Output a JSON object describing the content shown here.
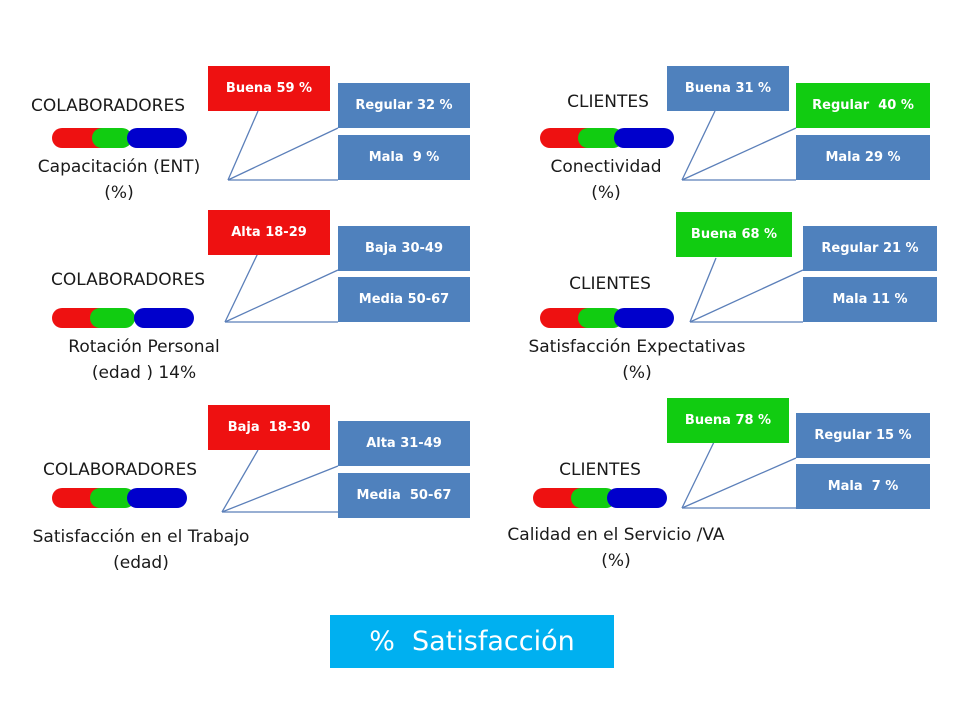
{
  "colors": {
    "red": "#ee1111",
    "green": "#11cc11",
    "blue": "#0000cc",
    "steel": "#4f81bd",
    "footer": "#00b0f0",
    "callout_line": "#5b7fb9"
  },
  "left": {
    "panels": [
      {
        "heading": "COLABORADORES",
        "desc_line1": "Capacitación  (ENT)",
        "desc_line2": "(%)",
        "boxes": [
          {
            "label": "Buena 59 %",
            "color": "red"
          },
          {
            "label": "Regular 32 %",
            "color": "steel"
          },
          {
            "label": "Mala  9 %",
            "color": "steel"
          }
        ]
      },
      {
        "heading": "COLABORADORES",
        "desc_line1": "Rotación Personal",
        "desc_line2": "(edad ) 14%",
        "boxes": [
          {
            "label": "Alta 18-29",
            "color": "red"
          },
          {
            "label": "Baja 30-49",
            "color": "steel"
          },
          {
            "label": "Media 50-67",
            "color": "steel"
          }
        ]
      },
      {
        "heading": "COLABORADORES",
        "desc_line1": "Satisfacción en el Trabajo",
        "desc_line2": "(edad)",
        "boxes": [
          {
            "label": "Baja  18-30",
            "color": "red"
          },
          {
            "label": "Alta 31-49",
            "color": "steel"
          },
          {
            "label": "Media  50-67",
            "color": "steel"
          }
        ]
      }
    ]
  },
  "right": {
    "panels": [
      {
        "heading": "CLIENTES",
        "desc_line1": "Conectividad",
        "desc_line2": "(%)",
        "boxes": [
          {
            "label": "Buena 31 %",
            "color": "steel"
          },
          {
            "label": "Regular  40 %",
            "color": "green"
          },
          {
            "label": "Mala 29 %",
            "color": "steel"
          }
        ]
      },
      {
        "heading": "CLIENTES",
        "desc_line1": "Satisfacción Expectativas",
        "desc_line2": "(%)",
        "boxes": [
          {
            "label": "Buena 68 %",
            "color": "green"
          },
          {
            "label": "Regular 21 %",
            "color": "steel"
          },
          {
            "label": "Mala 11 %",
            "color": "steel"
          }
        ]
      },
      {
        "heading": "CLIENTES",
        "desc_line1": "Calidad en el Servicio /VA",
        "desc_line2": "(%)",
        "boxes": [
          {
            "label": "Buena 78 %",
            "color": "green"
          },
          {
            "label": "Regular 15 %",
            "color": "steel"
          },
          {
            "label": "Mala  7 %",
            "color": "steel"
          }
        ]
      }
    ]
  },
  "footer": {
    "title": "%  Satisfacción"
  }
}
